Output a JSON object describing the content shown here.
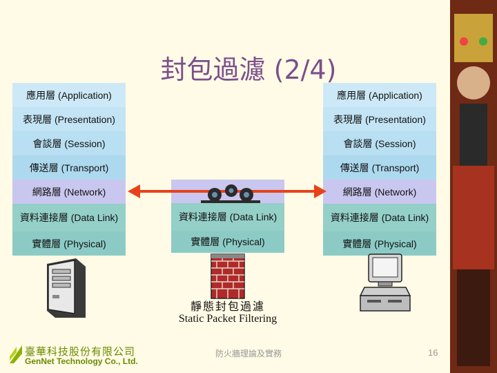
{
  "title": "封包過濾 (2/4)",
  "layers": {
    "application": "應用層 (Application)",
    "presentation": "表現層 (Presentation)",
    "session": "會談層 (Session)",
    "transport": "傳送層 (Transport)",
    "network": "網路層 (Network)",
    "datalink": "資料連接層 (Data Link)",
    "physical": "實體層 (Physical)"
  },
  "caption": {
    "zh": "靜態封包過濾",
    "en": "Static Packet Filtering"
  },
  "footer": {
    "company_zh": "臺華科技股份有限公司",
    "company_en": "GenNet Technology Co., Ltd.",
    "center": "防火牆理論及實務",
    "page": "16"
  },
  "colors": {
    "title": "#7a4f8c",
    "arrow": "#e8421a",
    "background": "#fffbe6"
  }
}
